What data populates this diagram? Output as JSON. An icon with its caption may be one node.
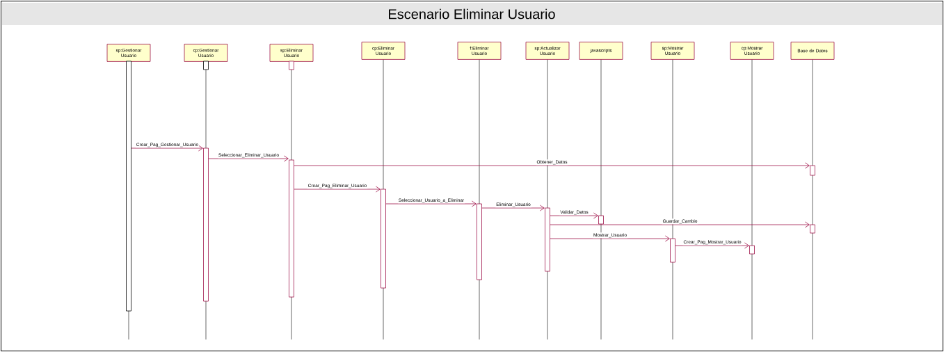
{
  "diagram": {
    "title": "Escenario Eliminar Usuario",
    "nodes": [
      {
        "text": [
          "sp:Gestionar Usuario"
        ]
      },
      {
        "text": [
          "cp:Gestionar Usuario"
        ]
      },
      {
        "text": [
          "sp:Eliminar Usuario"
        ]
      },
      {
        "text": [
          "cp:Eliminar Usuario"
        ]
      },
      {
        "text": [
          "f:Eliminar Usuario"
        ]
      },
      {
        "text": [
          "sp:Actualizar Usuario"
        ]
      },
      {
        "text": [
          "javascripts"
        ]
      },
      {
        "text": [
          "sp:Mostrar Usuario"
        ]
      },
      {
        "text": [
          "cp:Mostrar Usuario"
        ]
      },
      {
        "text": [
          "Base de Datos"
        ]
      },
      {
        "text": [],
        "shape": "bar"
      },
      {
        "text": [],
        "shape": "bar"
      },
      {
        "text": [],
        "shape": "bar"
      },
      {
        "text": [],
        "shape": "bar"
      },
      {
        "text": [],
        "shape": "bar"
      },
      {
        "text": [],
        "shape": "bar"
      },
      {
        "text": [],
        "shape": "bar"
      },
      {
        "text": [],
        "shape": "bar"
      },
      {
        "text": [],
        "shape": "bar"
      },
      {
        "text": [],
        "shape": "bar"
      },
      {
        "text": [],
        "shape": "bar"
      },
      {
        "text": [],
        "shape": "bar"
      },
      {
        "text": [],
        "shape": "bar"
      }
    ],
    "edges": [
      {
        "from": 10,
        "to": 12,
        "arrow": "to",
        "label": "Crear_Pag_Gestionar_Usuario"
      },
      {
        "from": 12,
        "to": 14,
        "arrow": "to",
        "label": "Seleccionar_Eliminar_Usuario"
      },
      {
        "from": 14,
        "to": 21,
        "arrow": "to",
        "label": "Obtener_Datos"
      },
      {
        "from": 14,
        "to": 15,
        "arrow": "to",
        "label": "Crear_Pag_Eliminar_Usuario"
      },
      {
        "from": 15,
        "to": 16,
        "arrow": "to",
        "label": "Seleccionar_Usuario_a_Eliminar"
      },
      {
        "from": 16,
        "to": 17,
        "arrow": "to",
        "label": "Eliminar_Usuario"
      },
      {
        "from": 17,
        "to": 18,
        "arrow": "to",
        "label": "Validar_Datos"
      },
      {
        "from": 17,
        "to": 22,
        "arrow": "to",
        "label": "Guardar_Cambio"
      },
      {
        "from": 17,
        "to": 19,
        "arrow": "to",
        "label": "Mostrar_Usuario"
      },
      {
        "from": 19,
        "to": 20,
        "arrow": "to",
        "label": "Crear_Pag_Mostrar_Usuario"
      }
    ]
  }
}
